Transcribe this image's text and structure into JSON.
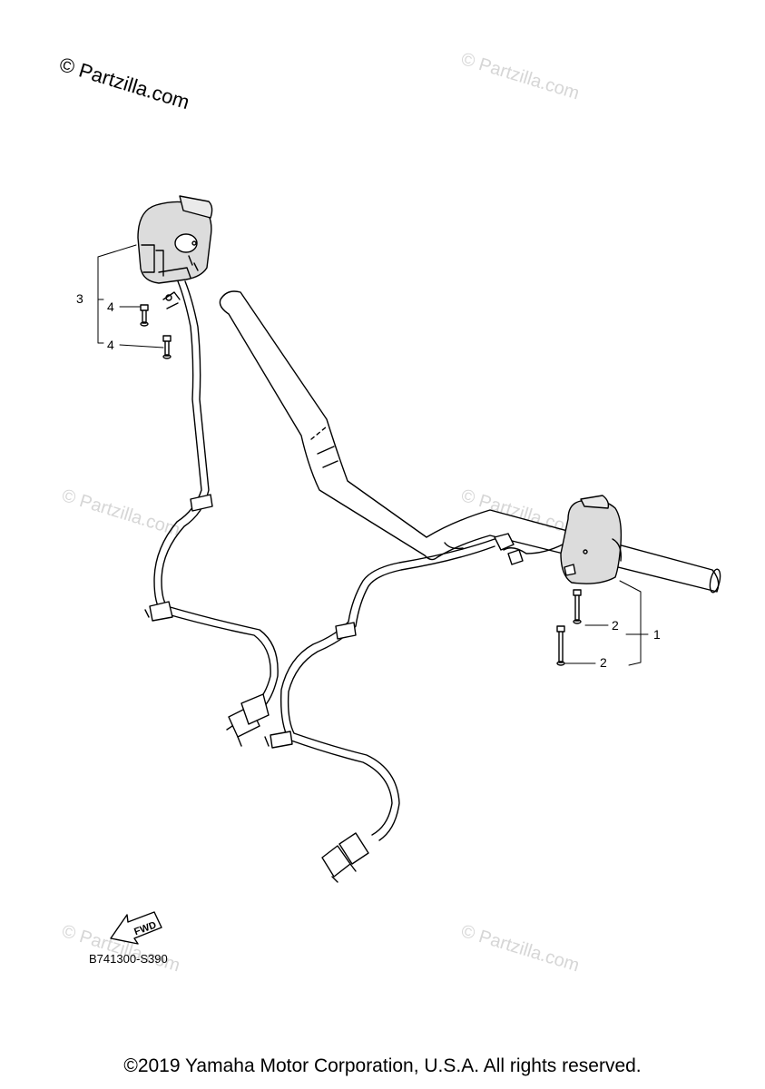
{
  "watermark": {
    "main": "© Partzilla.com",
    "faint": "© Partzilla.com"
  },
  "callouts": [
    {
      "id": "1",
      "label": "1"
    },
    {
      "id": "2a",
      "label": "2"
    },
    {
      "id": "2b",
      "label": "2"
    },
    {
      "id": "3",
      "label": "3"
    },
    {
      "id": "4a",
      "label": "4"
    },
    {
      "id": "4b",
      "label": "4"
    }
  ],
  "arrow": {
    "label": "FWD"
  },
  "diagram_code": "B741300-S390",
  "copyright": "©2019 Yamaha Motor Corporation, U.S.A. All rights reserved.",
  "colors": {
    "line": "#000000",
    "watermark": "#d6d6d6",
    "switch_fill": "#dcdcdc"
  }
}
